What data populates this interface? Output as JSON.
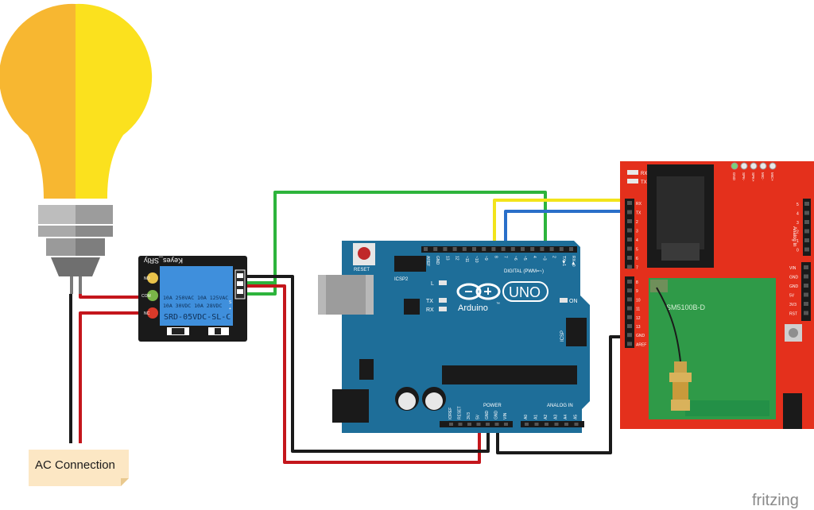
{
  "note": {
    "label": "AC Connection"
  },
  "relay": {
    "brand": "Keyes_SRly",
    "rating1": "10A 250VAC  10A 125VAC",
    "rating2": "10A  30VDC  10A  28VDC",
    "model": "SRD-05VDC-SL-C",
    "pin_labels": [
      "NO",
      "COM",
      "NC"
    ],
    "signal_labels": [
      "S",
      "+",
      "-"
    ]
  },
  "arduino": {
    "brand": "Arduino",
    "tm": "™",
    "model": "UNO",
    "reset": "RESET",
    "icsp2": "ICSP2",
    "icsp": "ICSP",
    "digital_label": "DIGITAL (PWM=~)",
    "power_label": "POWER",
    "analog_label": "ANALOG IN",
    "led_l": "L",
    "led_tx": "TX",
    "led_rx": "RX",
    "led_on": "ON",
    "digital_pins": [
      "AREF",
      "GND",
      "13",
      "12",
      "~11",
      "~10",
      "~9",
      "8",
      "7",
      "~6",
      "~5",
      "4",
      "~3",
      "2",
      "TX▶1",
      "RX◀0"
    ],
    "power_pins": [
      "IOREF",
      "RESET",
      "3V3",
      "5V",
      "GND",
      "GND",
      "VIN"
    ],
    "analog_pins": [
      "A0",
      "A1",
      "A2",
      "A3",
      "A4",
      "A5"
    ]
  },
  "gsm": {
    "led_rx": "RX",
    "led_tx": "TX",
    "chip": "SM5100B-D",
    "left_pins": [
      "RX",
      "TX",
      "2",
      "3",
      "4",
      "5",
      "6",
      "7"
    ],
    "lower_pins": [
      "8",
      "9",
      "10",
      "11",
      "12",
      "13",
      "GND",
      "AREF"
    ],
    "right_pins": [
      "VIN",
      "GND",
      "GND",
      "5V",
      "3V3",
      "RST"
    ],
    "top_labels": [
      "GND",
      "SPK-",
      "SPK+",
      "MIC-",
      "MIC+"
    ],
    "analog_label": "Analog In",
    "analog_pins": [
      "5",
      "4",
      "3",
      "2",
      "1",
      "0"
    ]
  },
  "watermark": {
    "text": "fritzing"
  },
  "colors": {
    "bulb_left": "#F7B731",
    "bulb_right": "#FBE11E",
    "relay_board": "#1A1A1A",
    "relay_body": "#3F8FDC",
    "arduino_board": "#1E6E99",
    "gsm_board": "#E4301C",
    "gsm_module": "#2F9A48",
    "wire_red": "#C4161C",
    "wire_black": "#1A1A1A",
    "wire_green": "#2DB43C",
    "wire_yellow": "#F2E41B",
    "wire_blue": "#2A6FC9"
  }
}
